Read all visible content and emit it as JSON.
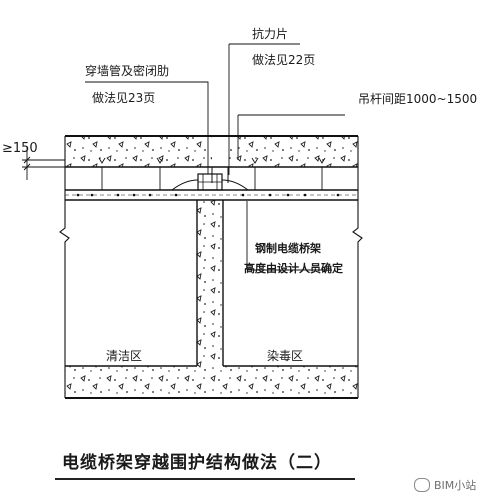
{
  "labels": {
    "wall_pipe_line1": "穿墙管及密闭肋",
    "wall_pipe_line2": "做法见23页",
    "pullout_line1": "抗力片",
    "pullout_line2": "做法见22页",
    "hanger_spacing": "吊杆间距1000~1500",
    "dimension": "≥150",
    "tray_line1": "钢制电缆桥架",
    "tray_line2": "高度由设计人员确定",
    "clean_zone": "清洁区",
    "contaminated_zone": "染毒区"
  },
  "title": "电缆桥架穿越围护结构做法（二）",
  "watermark": "BIM小站"
}
